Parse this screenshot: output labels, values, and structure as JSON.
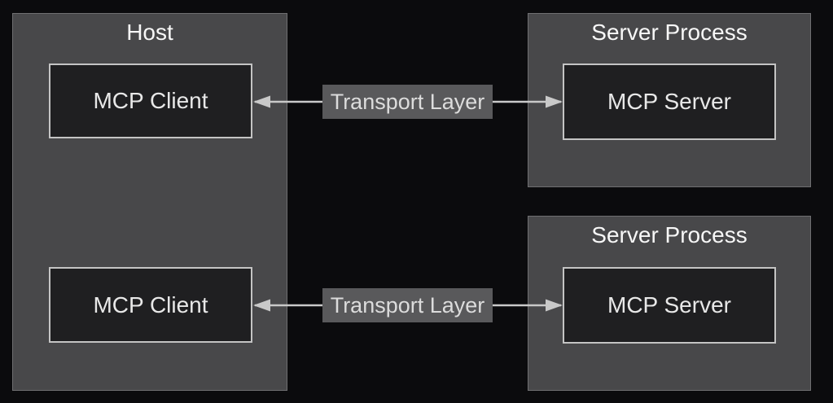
{
  "diagram": {
    "host": {
      "title": "Host",
      "clients": [
        {
          "label": "MCP Client"
        },
        {
          "label": "MCP Client"
        }
      ]
    },
    "server_processes": [
      {
        "title": "Server Process",
        "server": {
          "label": "MCP Server"
        }
      },
      {
        "title": "Server Process",
        "server": {
          "label": "MCP Server"
        }
      }
    ],
    "edges": [
      {
        "label": "Transport Layer",
        "direction": "bidirectional"
      },
      {
        "label": "Transport Layer",
        "direction": "bidirectional"
      }
    ],
    "colors": {
      "background": "#0b0b0d",
      "container_fill": "#48484a",
      "container_border": "#6f6f71",
      "node_fill": "#1f1f21",
      "node_border": "#c4c4c4",
      "node_text": "#e8e8e8",
      "title_text": "#f7f7f7",
      "edge_line": "#c9c9c9",
      "edge_label_bg": "#59595b",
      "edge_label_text": "#dcdcdc"
    }
  }
}
